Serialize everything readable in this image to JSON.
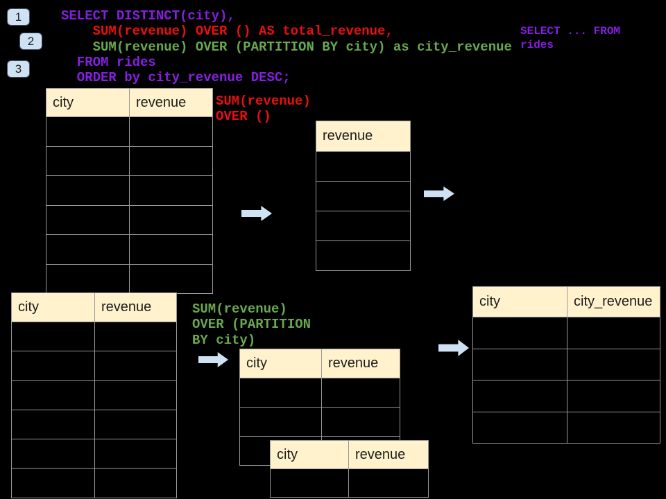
{
  "colors": {
    "purple": "#8520e0",
    "red": "#ea0f0f",
    "green": "#6aa84f",
    "blue": "#cfe2f3",
    "cream": "#fff2cc",
    "border": "#999999"
  },
  "badges": [
    {
      "label": "1"
    },
    {
      "label": "2"
    },
    {
      "label": "3"
    }
  ],
  "sql_code": {
    "lines": [
      {
        "text": "SELECT DISTINCT(city),",
        "color": "purple"
      },
      {
        "text": "    SUM(revenue) OVER () AS total_revenue,",
        "color": "red"
      },
      {
        "text": "    SUM(revenue) OVER (PARTITION BY city) as city_revenue",
        "color": "green"
      },
      {
        "text": "  FROM rides",
        "color": "purple"
      },
      {
        "text": "  ORDER by city_revenue DESC;",
        "color": "purple"
      }
    ]
  },
  "side_note": {
    "lines": [
      "SELECT ... FROM",
      "rides"
    ]
  },
  "annotation_total": {
    "lines": [
      "SUM(revenue)",
      "OVER ()"
    ]
  },
  "annotation_partition": {
    "lines": [
      "SUM(revenue)",
      "OVER (PARTITION",
      "BY city)"
    ]
  },
  "tables": {
    "source_top": {
      "headers": [
        "city",
        "revenue"
      ],
      "empty_rows": 6
    },
    "total_revenue": {
      "headers": [
        "revenue"
      ],
      "empty_rows": 4
    },
    "source_bottom": {
      "headers": [
        "city",
        "revenue"
      ],
      "empty_rows": 6
    },
    "partition_step": {
      "headers": [
        "city",
        "revenue"
      ],
      "empty_rows": 3
    },
    "partition_step_overlay": {
      "headers": [
        "city",
        "revenue"
      ],
      "empty_rows": 1
    },
    "result": {
      "headers": [
        "city",
        "city_revenue"
      ],
      "empty_rows": 4
    }
  }
}
